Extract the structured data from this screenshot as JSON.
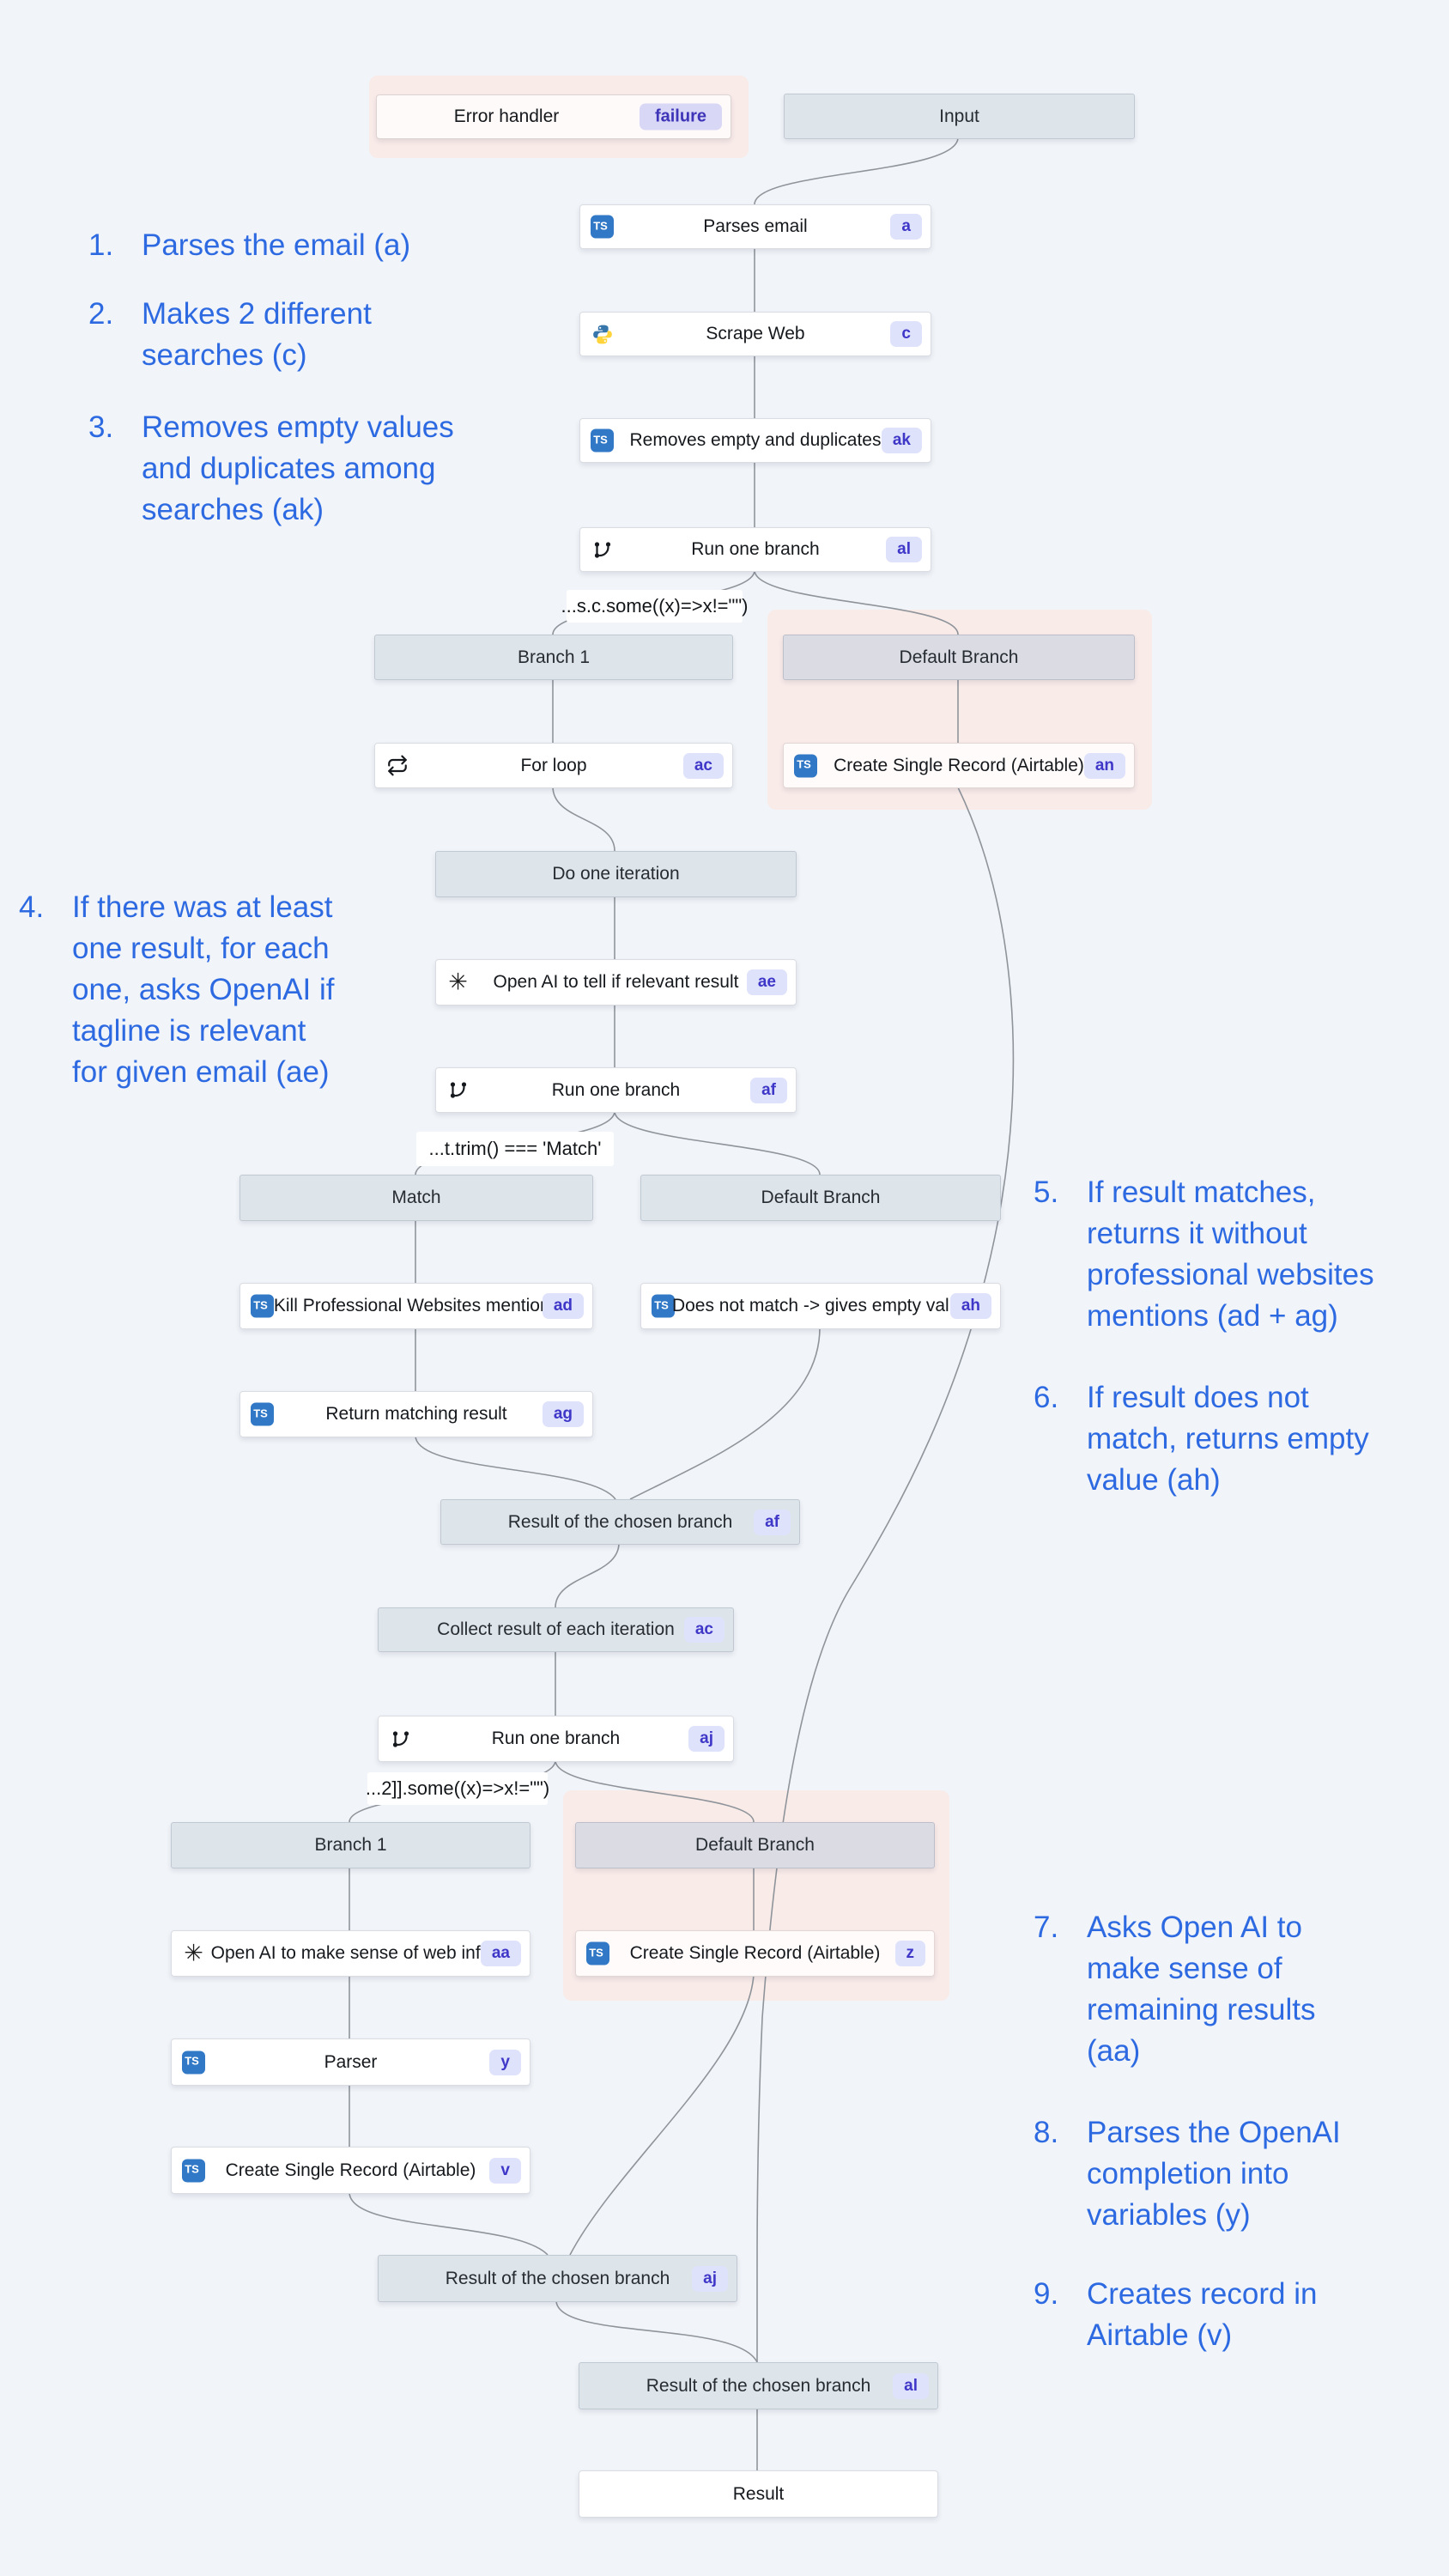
{
  "page": {
    "background": "#f1f4f8"
  },
  "colors": {
    "annotation_blue": "#2d6ae2",
    "badge_bg": "#dee2fb",
    "badge_text": "#3f37c8",
    "failure_badge_bg": "#d9d7f6",
    "failure_badge_text": "#3d34b8",
    "node_bg": "#ffffff",
    "node_border": "#d9dde3",
    "header_bg": "#dde4ea",
    "header_border": "#c0c8d2",
    "pink_panel": "#f9ebe8",
    "edge": "#8f949b",
    "typescript_blue": "#3178c6"
  },
  "error_handler": {
    "label": "Error handler",
    "badge": "failure"
  },
  "input": {
    "label": "Input"
  },
  "result": {
    "label": "Result"
  },
  "conditions": [
    {
      "text": "...s.c.some((x)=>x!=\"\")"
    },
    {
      "text": "...t.trim() === 'Match'"
    },
    {
      "text": "...2]].some((x)=>x!=\"\")"
    }
  ],
  "boxes": [
    {
      "label": "Parses email",
      "badge": "a",
      "icon": "typescript-icon",
      "kind": "node"
    },
    {
      "label": "Scrape Web",
      "badge": "c",
      "icon": "python-icon",
      "kind": "node"
    },
    {
      "label": "Removes empty and duplicates",
      "badge": "ak",
      "icon": "typescript-icon",
      "kind": "node"
    },
    {
      "label": "Run one branch",
      "badge": "al",
      "icon": "git-branch-icon",
      "kind": "node"
    },
    {
      "label": "Branch 1",
      "kind": "header"
    },
    {
      "label": "Default Branch",
      "kind": "header"
    },
    {
      "label": "For loop",
      "badge": "ac",
      "icon": "loop-icon",
      "kind": "node"
    },
    {
      "label": "Create Single Record (Airtable)",
      "badge": "an",
      "icon": "typescript-icon",
      "kind": "node"
    },
    {
      "label": "Do one iteration",
      "kind": "header"
    },
    {
      "label": "Open AI to tell if relevant result",
      "badge": "ae",
      "icon": "openai-icon",
      "kind": "node"
    },
    {
      "label": "Run one branch",
      "badge": "af",
      "icon": "git-branch-icon",
      "kind": "node"
    },
    {
      "label": "Match",
      "kind": "header"
    },
    {
      "label": "Default Branch",
      "kind": "header"
    },
    {
      "label": "Kill Professional Websites mentions",
      "badge": "ad",
      "icon": "typescript-icon",
      "kind": "node"
    },
    {
      "label": "Does not match -> gives empty value",
      "badge": "ah",
      "icon": "typescript-icon",
      "kind": "node"
    },
    {
      "label": "Return matching result",
      "badge": "ag",
      "icon": "typescript-icon",
      "kind": "node"
    },
    {
      "label": "Result of the chosen branch",
      "badge": "af",
      "kind": "header"
    },
    {
      "label": "Collect result of each iteration",
      "badge": "ac",
      "kind": "header"
    },
    {
      "label": "Run one branch",
      "badge": "aj",
      "icon": "git-branch-icon",
      "kind": "node"
    },
    {
      "label": "Branch 1",
      "kind": "header"
    },
    {
      "label": "Default Branch",
      "kind": "header"
    },
    {
      "label": "Open AI to make sense of web info",
      "badge": "aa",
      "icon": "openai-icon",
      "kind": "node"
    },
    {
      "label": "Create Single Record (Airtable)",
      "badge": "z",
      "icon": "typescript-icon",
      "kind": "node"
    },
    {
      "label": "Parser",
      "badge": "y",
      "icon": "typescript-icon",
      "kind": "node"
    },
    {
      "label": "Create Single Record (Airtable)",
      "badge": "v",
      "icon": "typescript-icon",
      "kind": "node"
    },
    {
      "label": "Result of the chosen branch",
      "badge": "aj",
      "kind": "header"
    },
    {
      "label": "Result of the chosen branch",
      "badge": "al",
      "kind": "header"
    },
    {
      "label": "Result",
      "kind": "plain"
    }
  ],
  "annotations": [
    {
      "num": "1.",
      "text": "Parses the email (a)"
    },
    {
      "num": "2.",
      "text": "Makes 2 different\nsearches (c)"
    },
    {
      "num": "3.",
      "text": "Removes empty values\nand duplicates among\nsearches (ak)"
    },
    {
      "num": "4.",
      "text": "If there was at least\none result, for each\none, asks OpenAI if\ntagline is relevant\nfor given email (ae)"
    },
    {
      "num": "5.",
      "text": "If result matches,\nreturns it without\nprofessional websites\nmentions (ad + ag)"
    },
    {
      "num": "6.",
      "text": "If result does not\nmatch, returns empty\nvalue (ah)"
    },
    {
      "num": "7.",
      "text": "Asks Open AI to\nmake sense of\nremaining results\n(aa)"
    },
    {
      "num": "8.",
      "text": "Parses the OpenAI\ncompletion into\nvariables (y)"
    },
    {
      "num": "9.",
      "text": "Creates record in\nAirtable (v)"
    }
  ]
}
